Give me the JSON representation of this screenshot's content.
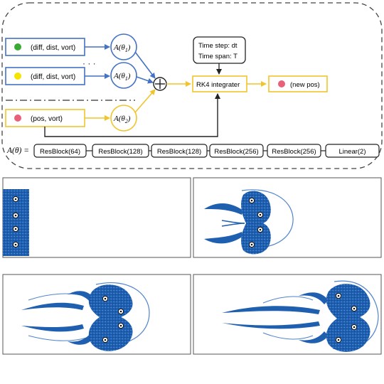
{
  "diagram": {
    "inputs": [
      {
        "label": "(diff, dist, vort)",
        "dot_color": "#3aaa35",
        "block": "A(θ1)"
      },
      {
        "label": "(diff, dist, vort)",
        "dot_color": "#f5e400",
        "block": "A(θ1)"
      },
      {
        "label": "(pos, vort)",
        "dot_color": "#e8607a",
        "block": "A(θ2)"
      }
    ],
    "ellipsis": "· · ·",
    "sum_symbol": "+",
    "time_box": {
      "line1": "Time step: dt",
      "line2": "Time span: T"
    },
    "integrator": "RK4 integrater",
    "output": {
      "label": "(new pos)",
      "dot_color": "#e8607a"
    },
    "a_theta_label": "A(θ) =",
    "chain": [
      "ResBlock(64)",
      "ResBlock(128)",
      "ResBlock(128)",
      "ResBlock(256)",
      "ResBlock(256)",
      "Linear(2)"
    ],
    "colors": {
      "blue": "#4472c4",
      "yellow": "#f2c42c",
      "fluid": "#1f5fb0"
    }
  },
  "panels": [
    {
      "id": "t0",
      "vortices": 4
    },
    {
      "id": "t1",
      "vortices": 4
    },
    {
      "id": "t2",
      "vortices": 4
    },
    {
      "id": "t3",
      "vortices": 4
    }
  ]
}
